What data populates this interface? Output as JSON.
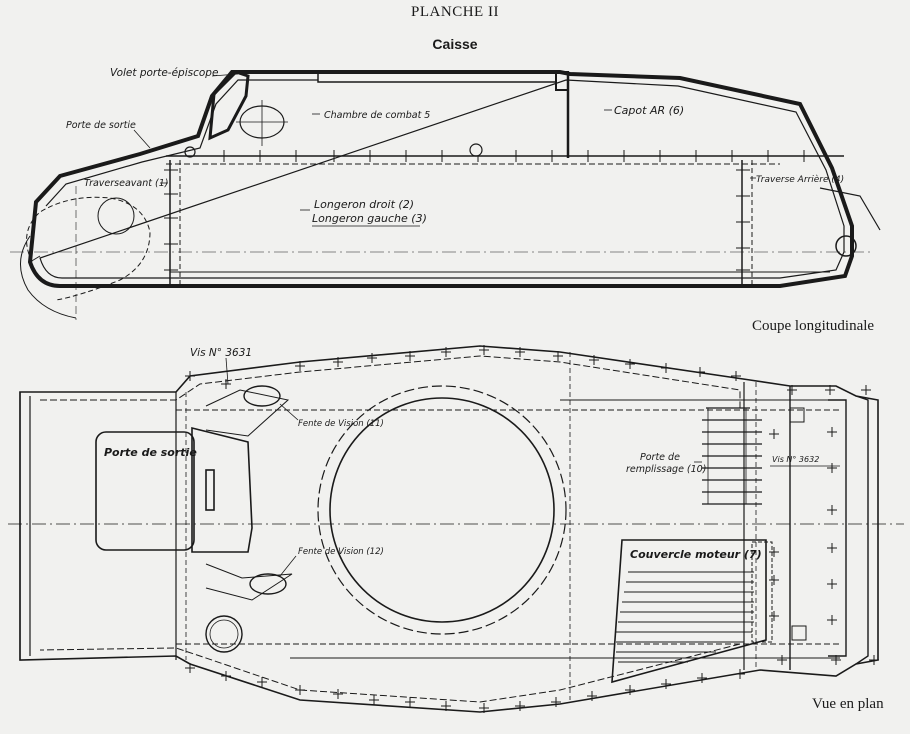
{
  "header": {
    "plate": "PLANCHE II",
    "subtitle": "Caisse"
  },
  "views": {
    "section": {
      "caption": "Coupe longitudinale",
      "labels": {
        "volet": "Volet porte-épiscope",
        "porte_sortie": "Porte de sortie",
        "chambre": "Chambre de combat 5",
        "capot": "Capot AR (6)",
        "traverse_avant": "Traverseavant (1)",
        "traverse_arriere": "Traverse Arrière (4)",
        "longeron_droit": "Longeron droit (2)",
        "longeron_gauche": "Longeron gauche (3)"
      }
    },
    "plan": {
      "caption": "Vue en plan",
      "labels": {
        "vis_3631": "Vis N° 3631",
        "fente_11": "Fente de Vision (11)",
        "fente_12": "Fente de Vision (12)",
        "porte_sortie": "Porte de sortie",
        "porte_remplissage_1": "Porte de",
        "porte_remplissage_2": "remplissage (10)",
        "vis_3632": "Vis N° 3632",
        "couvercle": "Couvercle moteur (7)"
      }
    }
  },
  "colors": {
    "ink": "#1a1a1a",
    "paper": "#f1f1ef"
  }
}
